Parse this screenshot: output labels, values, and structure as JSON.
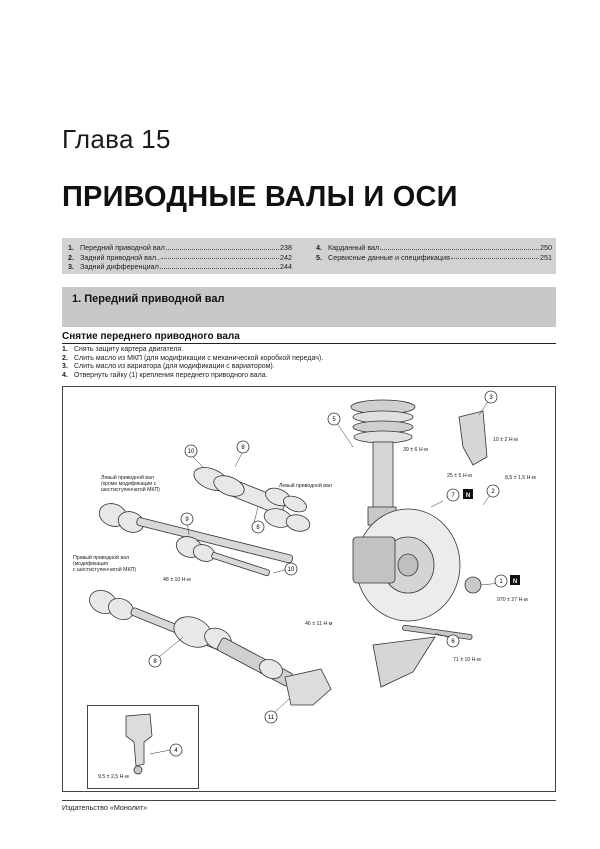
{
  "chapter": "Глава 15",
  "title": "ПРИВОДНЫЕ ВАЛЫ И ОСИ",
  "toc": {
    "left": [
      {
        "num": "1.",
        "text": "Передний приводной вал",
        "page": "238"
      },
      {
        "num": "2.",
        "text": "Задний приводной вал..",
        "page": "242"
      },
      {
        "num": "3.",
        "text": "Задний дифференциал",
        "page": "244"
      }
    ],
    "right": [
      {
        "num": "4.",
        "text": "Карданный вал",
        "page": "250"
      },
      {
        "num": "5.",
        "text": "Сервисные данные и спецификация",
        "page": "251"
      }
    ]
  },
  "section": "1. Передний приводной вал",
  "subheading": "Снятие переднего приводного вала",
  "steps": [
    {
      "num": "1.",
      "text": "Снять защиту картера двигателя."
    },
    {
      "num": "2.",
      "text": "Слить масло из МКП (для модификации с механической коробкой передач)."
    },
    {
      "num": "3.",
      "text": "Слить масло из вариатора (для модификации с вариатором)."
    },
    {
      "num": "4.",
      "text": "Отвернуть гайку (1) крепления переднего приводного вала."
    }
  ],
  "diagram": {
    "labels": {
      "left_shaft_a": "Левый приводной вал\n(кроме модификации с\nшестиступенчатой МКП)",
      "left_shaft": "Левый приводной вал",
      "right_shaft": "Правый приводной вал\n(модификация\nс шестиступенчатой МКП)",
      "torque_39": "39 ± 6 Н·м",
      "torque_10": "10 ± 2 Н·м",
      "torque_25": "25 ± 5 Н·м",
      "torque_85": "8,5 ± 1,5 Н·м",
      "torque_48": "48 ± 10 Н·м",
      "torque_970": "970 ± 27 Н·м",
      "torque_46": "46 ± 11 Н·м",
      "torque_71": "71 ± 10 Н·м",
      "torque_95": "9,5 ± 2,5 Н·м"
    },
    "callouts": [
      "1",
      "2",
      "3",
      "4",
      "5",
      "6",
      "7",
      "8",
      "9",
      "10",
      "11"
    ],
    "new_part_mark": "N"
  },
  "footer": "Издательство «Монолит»"
}
